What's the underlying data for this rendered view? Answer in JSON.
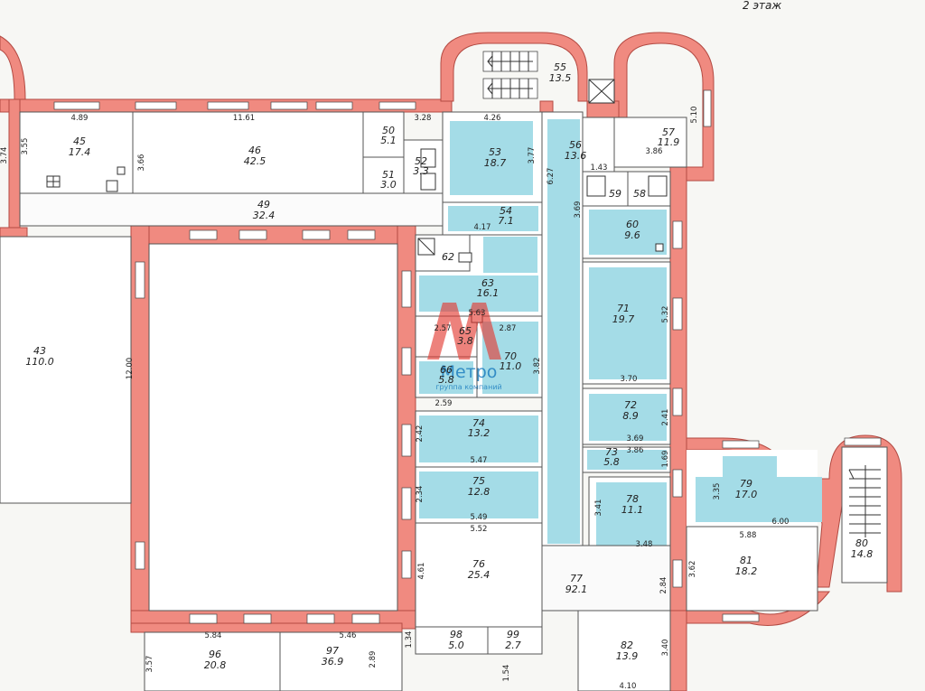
{
  "floor_label": "2 этаж",
  "watermark": {
    "title": "Метро",
    "subtitle": "группа компаний"
  },
  "rooms": [
    {
      "id": "r45",
      "num": "45",
      "area": "17.4"
    },
    {
      "id": "r46",
      "num": "46",
      "area": "42.5"
    },
    {
      "id": "r49",
      "num": "49",
      "area": "32.4"
    },
    {
      "id": "r50",
      "num": "50",
      "area": "5.1"
    },
    {
      "id": "r51",
      "num": "51",
      "area": "3.0"
    },
    {
      "id": "r52",
      "num": "52",
      "area": "3.3"
    },
    {
      "id": "r53",
      "num": "53",
      "area": "18.7"
    },
    {
      "id": "r54",
      "num": "54",
      "area": "7.1"
    },
    {
      "id": "r55",
      "num": "55",
      "area": "13.5"
    },
    {
      "id": "r56",
      "num": "56",
      "area": "13.6"
    },
    {
      "id": "r57",
      "num": "57",
      "area": "11.9"
    },
    {
      "id": "r58",
      "num": "58",
      "area": ""
    },
    {
      "id": "r59",
      "num": "59",
      "area": ""
    },
    {
      "id": "r60",
      "num": "60",
      "area": "9.6"
    },
    {
      "id": "r62",
      "num": "62",
      "area": ""
    },
    {
      "id": "r63",
      "num": "63",
      "area": "16.1"
    },
    {
      "id": "r65",
      "num": "65",
      "area": "3.8"
    },
    {
      "id": "r66",
      "num": "66",
      "area": "5.8"
    },
    {
      "id": "r70",
      "num": "70",
      "area": "11.0"
    },
    {
      "id": "r71",
      "num": "71",
      "area": "19.7"
    },
    {
      "id": "r72",
      "num": "72",
      "area": "8.9"
    },
    {
      "id": "r73",
      "num": "73",
      "area": "5.8"
    },
    {
      "id": "r74",
      "num": "74",
      "area": "13.2"
    },
    {
      "id": "r75",
      "num": "75",
      "area": "12.8"
    },
    {
      "id": "r76",
      "num": "76",
      "area": "25.4"
    },
    {
      "id": "r77",
      "num": "77",
      "area": "92.1"
    },
    {
      "id": "r78",
      "num": "78",
      "area": "11.1"
    },
    {
      "id": "r79",
      "num": "79",
      "area": "17.0"
    },
    {
      "id": "r80",
      "num": "80",
      "area": "14.8"
    },
    {
      "id": "r81",
      "num": "81",
      "area": "18.2"
    },
    {
      "id": "r82",
      "num": "82",
      "area": "13.9"
    },
    {
      "id": "r43",
      "num": "43",
      "area": "110.0"
    },
    {
      "id": "r96",
      "num": "96",
      "area": "20.8"
    },
    {
      "id": "r97",
      "num": "97",
      "area": "36.9"
    },
    {
      "id": "r98",
      "num": "98",
      "area": "5.0"
    },
    {
      "id": "r99",
      "num": "99",
      "area": "2.7"
    }
  ],
  "dimensions": [
    "4.89",
    "11.61",
    "3.28",
    "4.26",
    "3.74",
    "3.55",
    "3.66",
    "3.77",
    "6.27",
    "1.43",
    "3.86",
    "5.10",
    "4.17",
    "3.69",
    "5.63",
    "2.57",
    "2.87",
    "5.32",
    "12.00",
    "3.82",
    "3.70",
    "2.59",
    "2.41",
    "2.42",
    "3.69",
    "3.86",
    "1.69",
    "5.47",
    "2.34",
    "5.49",
    "3.41",
    "3.35",
    "6.00",
    "5.88",
    "5.52",
    "3.48",
    "3.62",
    "4.61",
    "2.84",
    "5.84",
    "5.46",
    "1.34",
    "3.57",
    "2.89",
    "1.54",
    "3.40",
    "4.10"
  ]
}
